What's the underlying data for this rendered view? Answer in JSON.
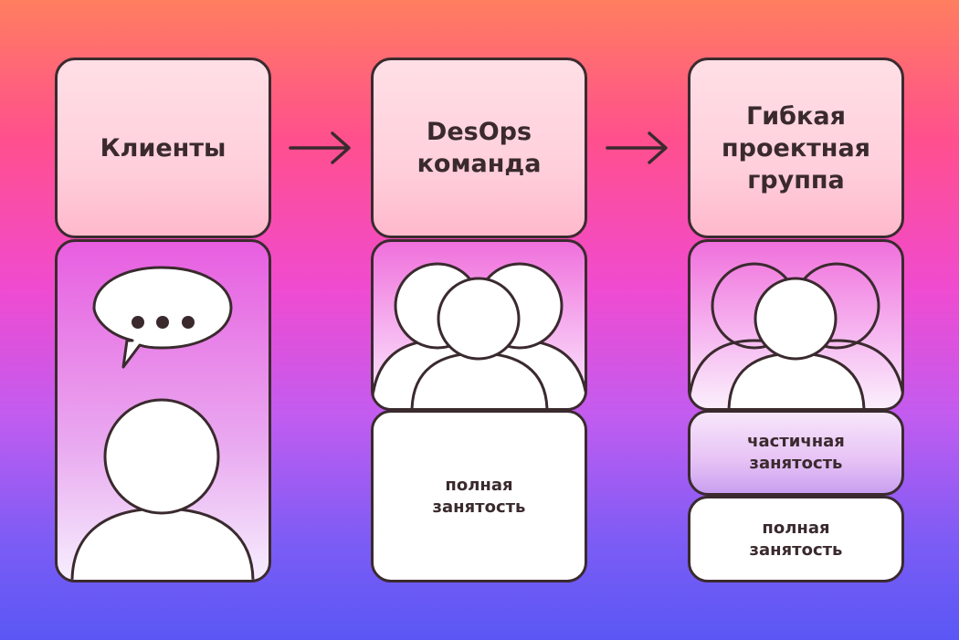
{
  "columns": [
    {
      "title": "Клиенты"
    },
    {
      "title": "DesOps\nкоманда",
      "employment": "полная\nзанятость"
    },
    {
      "title": "Гибкая\nпроектная\nгруппа",
      "employment_partial": "частичная\nзанятость",
      "employment_full": "полная\nзанятость"
    }
  ],
  "icons": [
    "speech-bubble-icon",
    "person-icon",
    "group-icon",
    "arrow-right-icon"
  ],
  "colors": {
    "outline": "#3a2a2e",
    "fill": "#ffffff"
  }
}
